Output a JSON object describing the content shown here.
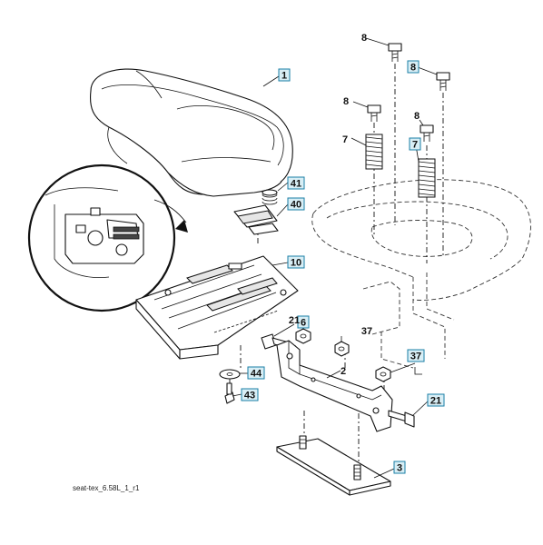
{
  "caption": "seat-tex_6.58L_1_r1",
  "callouts": [
    {
      "id": "c1",
      "text": "1",
      "boxed": true
    },
    {
      "id": "c2",
      "text": "2",
      "boxed": false
    },
    {
      "id": "c3",
      "text": "3",
      "boxed": true
    },
    {
      "id": "c6",
      "text": "6",
      "boxed": true
    },
    {
      "id": "c7a",
      "text": "7",
      "boxed": false
    },
    {
      "id": "c7b",
      "text": "7",
      "boxed": true
    },
    {
      "id": "c8a",
      "text": "8",
      "boxed": false
    },
    {
      "id": "c8b",
      "text": "8",
      "boxed": true
    },
    {
      "id": "c8c",
      "text": "8",
      "boxed": false
    },
    {
      "id": "c8d",
      "text": "8",
      "boxed": false
    },
    {
      "id": "c10",
      "text": "10",
      "boxed": true
    },
    {
      "id": "c21a",
      "text": "21",
      "boxed": false
    },
    {
      "id": "c21b",
      "text": "21",
      "boxed": true
    },
    {
      "id": "c37a",
      "text": "37",
      "boxed": false
    },
    {
      "id": "c37b",
      "text": "37",
      "boxed": true
    },
    {
      "id": "c40",
      "text": "40",
      "boxed": true
    },
    {
      "id": "c41",
      "text": "41",
      "boxed": true
    },
    {
      "id": "c43",
      "text": "43",
      "boxed": true
    },
    {
      "id": "c44",
      "text": "44",
      "boxed": true
    }
  ],
  "colors": {
    "callout_box_fill": "#d8eef5",
    "callout_box_stroke": "#1a7fa6",
    "line": "#111111"
  }
}
